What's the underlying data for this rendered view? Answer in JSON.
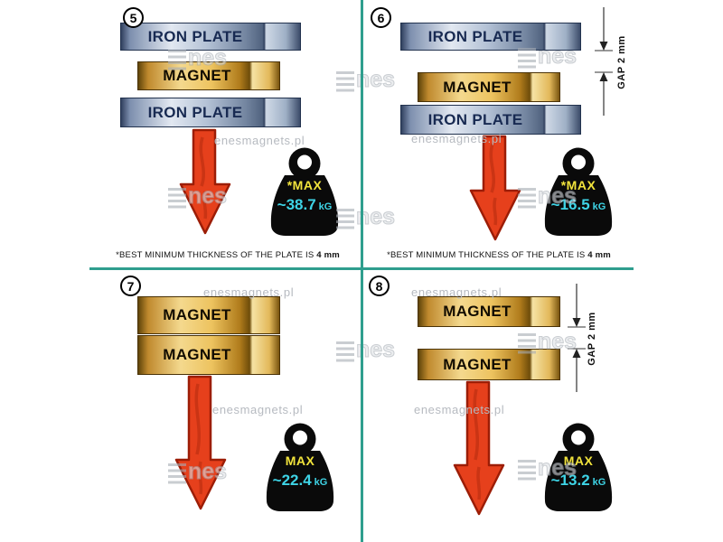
{
  "colors": {
    "divider_teal": "#2f9e8e",
    "arrow_red": "#e6401c",
    "weight_black": "#0a0a0a",
    "max_yellow": "#f2e43c",
    "value_cyan": "#3ed4e6",
    "iron_plate_blue": "#8ea0bd",
    "magnet_gold": "#e9c261"
  },
  "watermark": {
    "text": "enesmagnets.pl",
    "logo_text": "nes"
  },
  "panels": [
    {
      "number": "5",
      "layers": [
        "IRON PLATE",
        "MAGNET",
        "IRON PLATE"
      ],
      "weight": {
        "label": "*MAX",
        "value": "~38.7",
        "unit": "kG"
      },
      "footnote": "*BEST MINIMUM THICKNESS OF THE PLATE IS",
      "footnote_bold": "4 mm"
    },
    {
      "number": "6",
      "layers": [
        "IRON PLATE",
        "MAGNET",
        "IRON PLATE"
      ],
      "weight": {
        "label": "*MAX",
        "value": "~16.5",
        "unit": "kG"
      },
      "gap": {
        "label": "GAP 2 mm"
      },
      "footnote": "*BEST MINIMUM THICKNESS OF THE PLATE IS",
      "footnote_bold": "4 mm"
    },
    {
      "number": "7",
      "layers": [
        "MAGNET",
        "MAGNET"
      ],
      "weight": {
        "label": "MAX",
        "value": "~22.4",
        "unit": "kG"
      }
    },
    {
      "number": "8",
      "layers": [
        "MAGNET",
        "MAGNET"
      ],
      "weight": {
        "label": "MAX",
        "value": "~13.2",
        "unit": "kG"
      },
      "gap": {
        "label": "GAP 2 mm"
      }
    }
  ]
}
